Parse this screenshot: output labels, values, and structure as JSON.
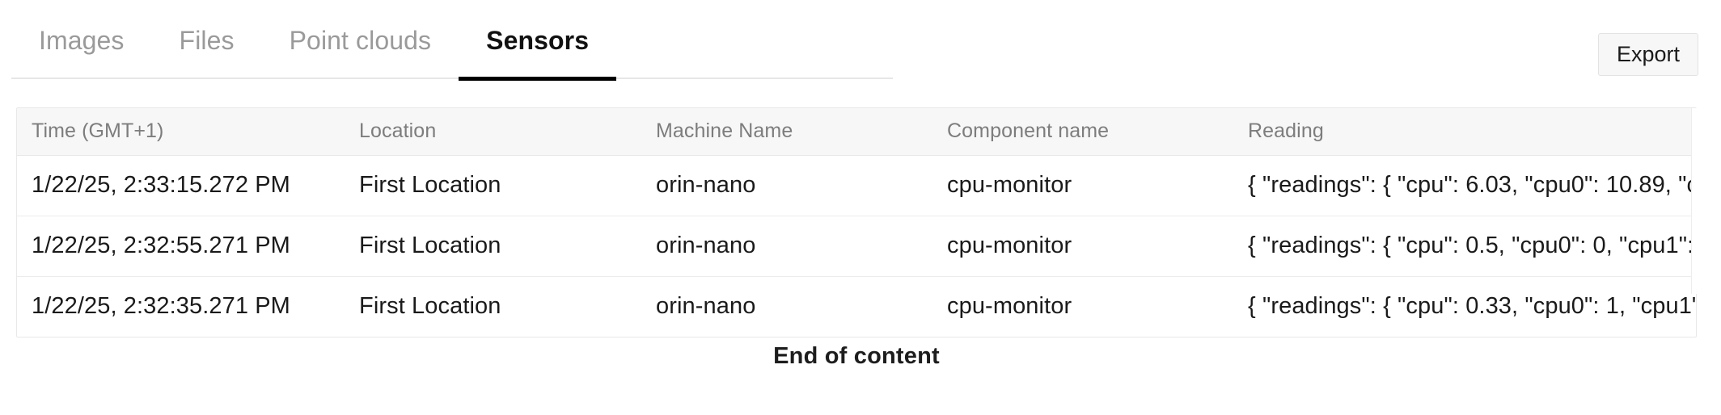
{
  "tabs": [
    {
      "label": "Images",
      "active": false
    },
    {
      "label": "Files",
      "active": false
    },
    {
      "label": "Point clouds",
      "active": false
    },
    {
      "label": "Sensors",
      "active": true
    }
  ],
  "toolbar": {
    "export_label": "Export"
  },
  "table": {
    "columns": [
      "Time (GMT+1)",
      "Location",
      "Machine Name",
      "Component name",
      "Reading"
    ],
    "rows": [
      {
        "time": "1/22/25, 2:33:15.272 PM",
        "location": "First Location",
        "machine": "orin-nano",
        "component": "cpu-monitor",
        "reading": "{ \"readings\": { \"cpu\": 6.03, \"cpu0\": 10.89, \"c.."
      },
      {
        "time": "1/22/25, 2:32:55.271 PM",
        "location": "First Location",
        "machine": "orin-nano",
        "component": "cpu-monitor",
        "reading": "{ \"readings\": { \"cpu\": 0.5, \"cpu0\": 0, \"cpu1\": .."
      },
      {
        "time": "1/22/25, 2:32:35.271 PM",
        "location": "First Location",
        "machine": "orin-nano",
        "component": "cpu-monitor",
        "reading": "{ \"readings\": { \"cpu\": 0.33, \"cpu0\": 1, \"cpu1\".."
      }
    ]
  },
  "footer": {
    "end_of_content": "End of content"
  },
  "colors": {
    "active_tab": "#111111",
    "inactive_tab": "#9a9a9a",
    "header_bg": "#f7f7f7",
    "border": "#e8e8e8"
  }
}
